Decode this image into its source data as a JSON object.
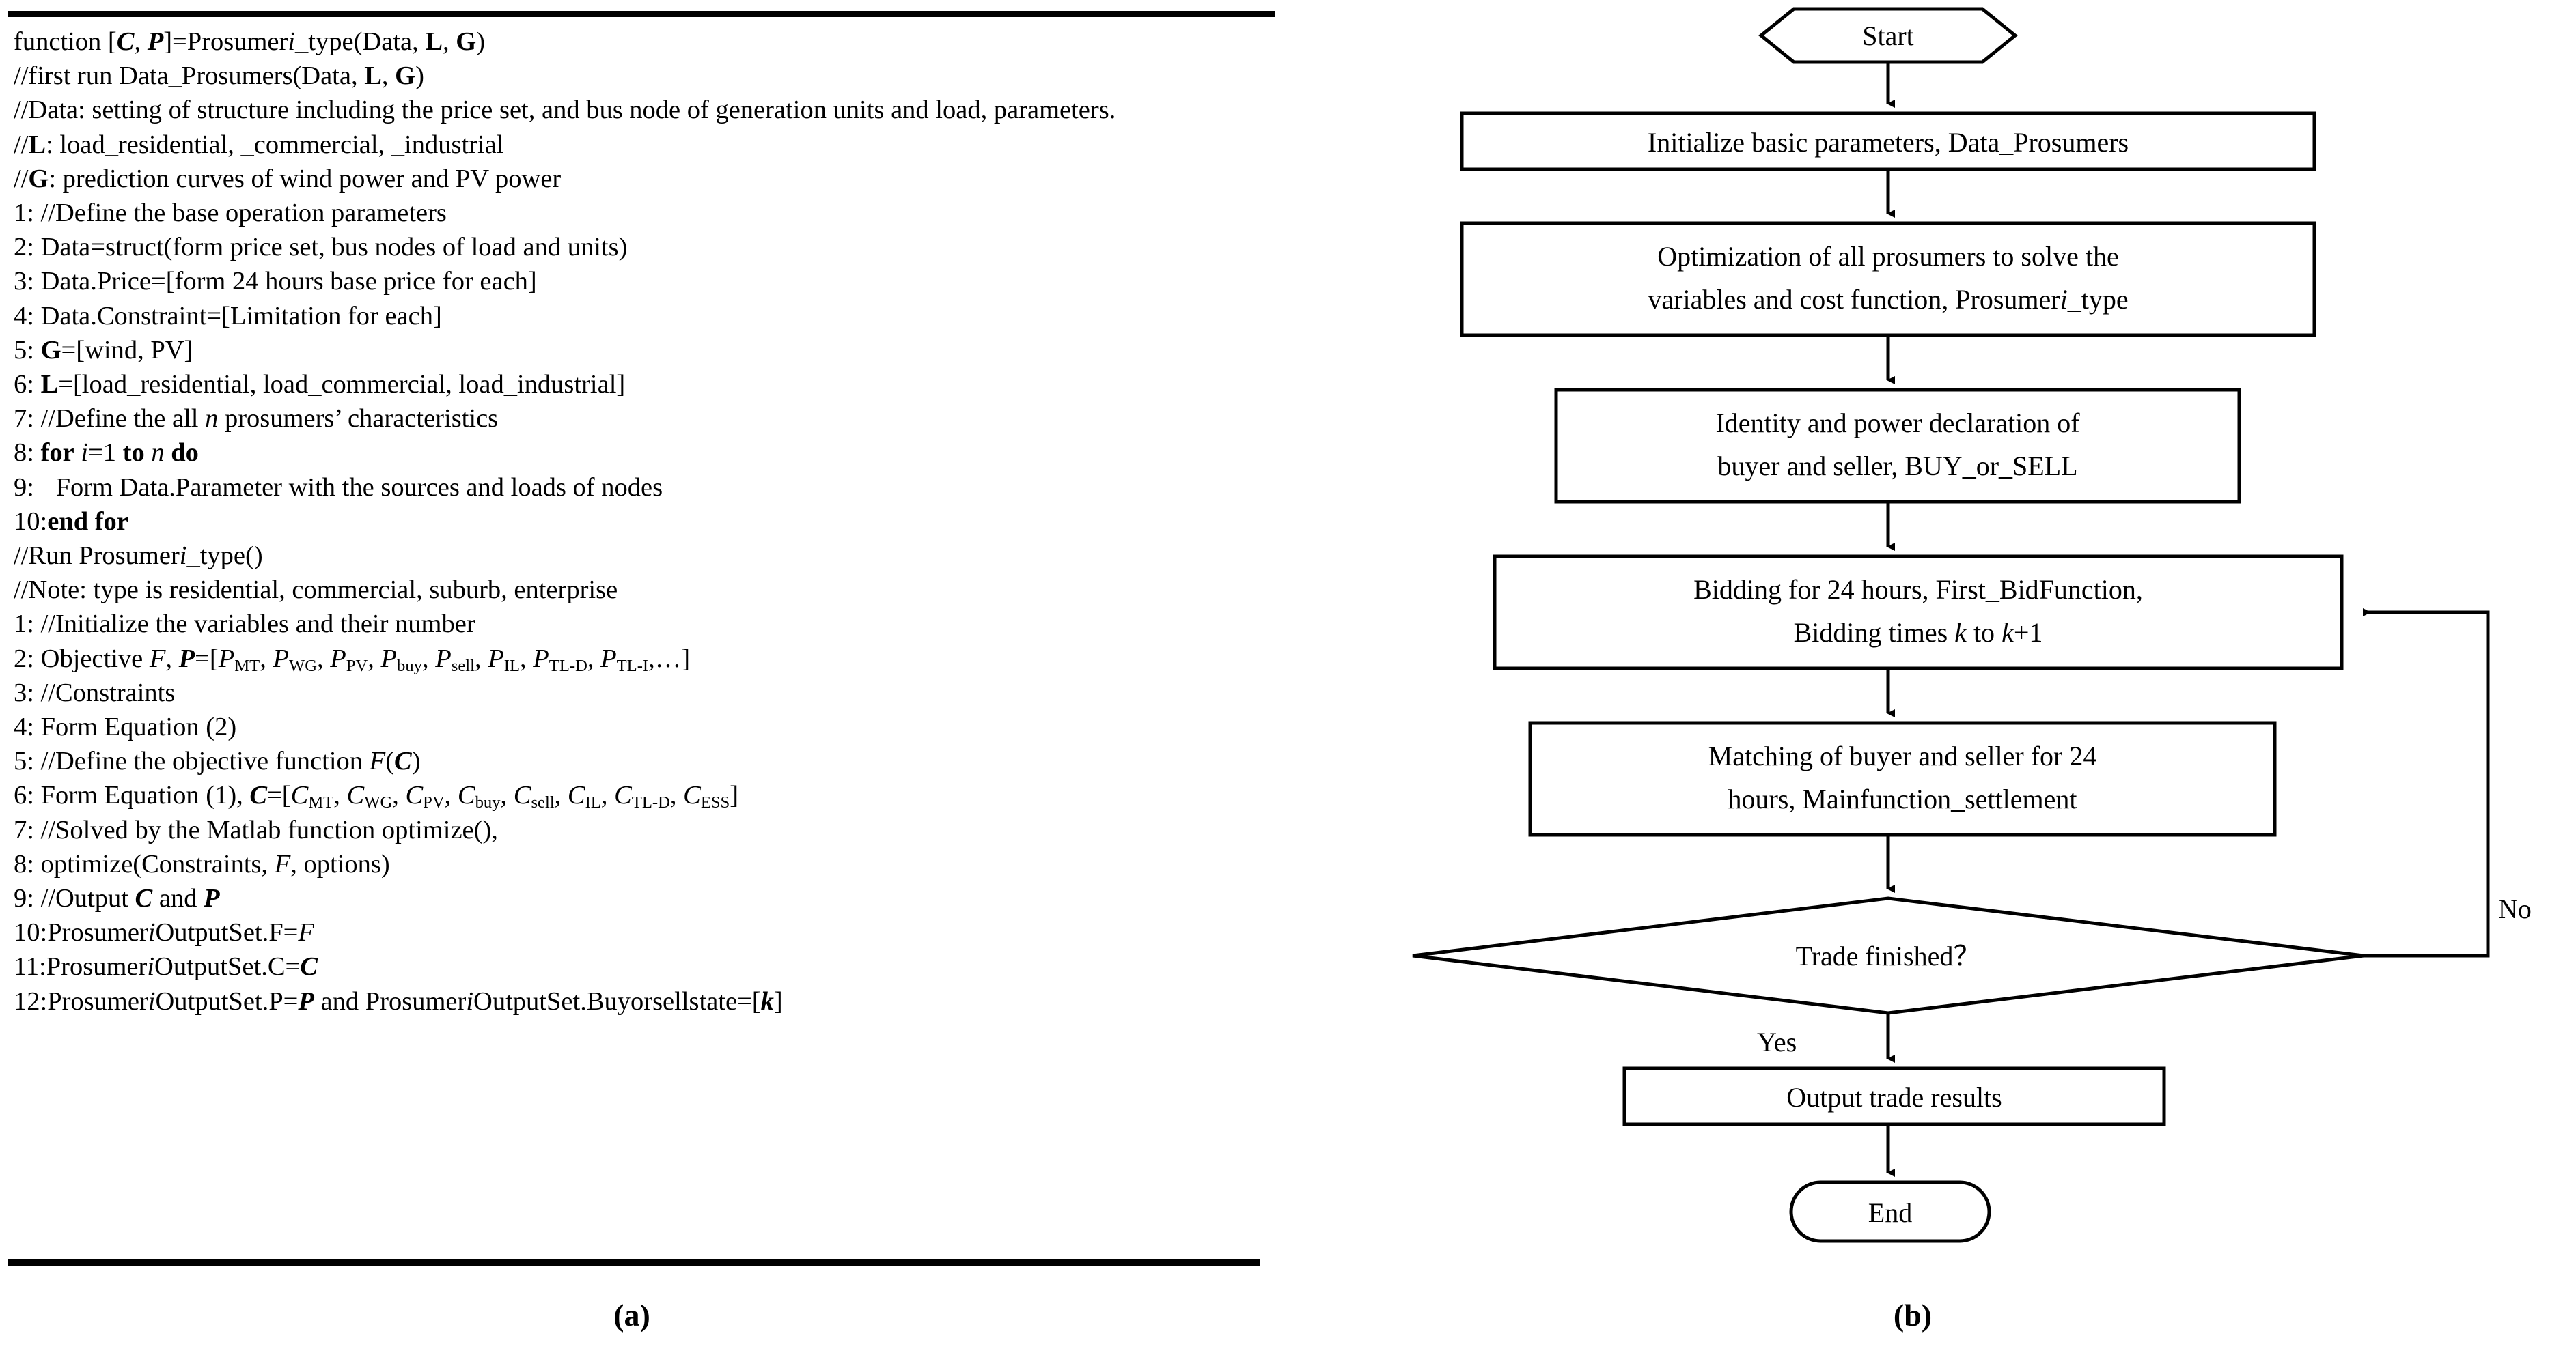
{
  "panel_a": {
    "caption": "(a)",
    "lines": [
      {
        "id": "l01",
        "num": "",
        "text": "function [C, P]=Prosumeri_type(Data, L, G)"
      },
      {
        "id": "l02",
        "num": "",
        "text": "//first run Data_Prosumers(Data, L, G)"
      },
      {
        "id": "l03",
        "num": "",
        "text": "//Data: setting of structure including the price set, and bus node of generation units and load, parameters."
      },
      {
        "id": "l04",
        "num": "",
        "text": "//L: load_residential, _commercial, _industrial"
      },
      {
        "id": "l05",
        "num": "",
        "text": "//G: prediction curves of wind power and PV power"
      },
      {
        "id": "l06",
        "num": "1:",
        "text": "//Define the base operation parameters"
      },
      {
        "id": "l07",
        "num": "2:",
        "text": "Data=struct(form price set, bus nodes of load and units)"
      },
      {
        "id": "l08",
        "num": "3:",
        "text": "Data.Price=[form 24 hours base price for each]"
      },
      {
        "id": "l09",
        "num": "4:",
        "text": "Data.Constraint=[Limitation for each]"
      },
      {
        "id": "l10",
        "num": "5:",
        "text": "G=[wind, PV]"
      },
      {
        "id": "l11",
        "num": "6:",
        "text": "L=[load_residential, load_commercial, load_industrial]"
      },
      {
        "id": "l12",
        "num": "7:",
        "text": "//Define the all n prosumers’ characteristics"
      },
      {
        "id": "l13",
        "num": "8:",
        "text": "for i=1 to n do"
      },
      {
        "id": "l14",
        "num": "9:",
        "text": "Form Data.Parameter with the sources and loads of nodes"
      },
      {
        "id": "l15",
        "num": "10:",
        "text": "end for"
      },
      {
        "id": "l16",
        "num": "",
        "text": "//Run Prosumeri_type()"
      },
      {
        "id": "l17",
        "num": "",
        "text": "//Note: type is residential, commercial, suburb, enterprise"
      },
      {
        "id": "l18",
        "num": "1:",
        "text": "//Initialize the variables and their number"
      },
      {
        "id": "l19",
        "num": "2:",
        "text": "Objective F, P=[PMT, PWG, PPV, Pbuy, Psell, PIL, PTL-D, PTL-I,...]"
      },
      {
        "id": "l20",
        "num": "3:",
        "text": "//Constraints"
      },
      {
        "id": "l21",
        "num": "4:",
        "text": "Form Equation (2)"
      },
      {
        "id": "l22",
        "num": "5:",
        "text": "//Define the objective function F(C)"
      },
      {
        "id": "l23",
        "num": "6:",
        "text": "Form Equation (1), C=[CMT, CWG, CPV, Cbuy, Csell, CIL, CTL-D, CESS]"
      },
      {
        "id": "l24",
        "num": "7:",
        "text": "//Solved by the Matlab function optimize(),"
      },
      {
        "id": "l25",
        "num": "8:",
        "text": "optimize(Constraints, F, options)"
      },
      {
        "id": "l26",
        "num": "9:",
        "text": "//Output C and P"
      },
      {
        "id": "l27",
        "num": "10:",
        "text": "ProsumeriOutputSet.F=F"
      },
      {
        "id": "l28",
        "num": "11:",
        "text": "ProsumeriOutputSet.C=C"
      },
      {
        "id": "l29",
        "num": "12:",
        "text": "ProsumeriOutputSet.P=P and ProsumeriOutputSet.Buyorsellstate=[k]"
      }
    ],
    "tokens": {
      "function": "function",
      "C": "C",
      "P": "P",
      "L": "L",
      "G": "G",
      "F": "F",
      "n": "n",
      "i": "i",
      "k": "k",
      "prosumer_i_type": "Prosumer",
      "_type": "_type",
      "data_prosumers": "Data_Prosumers",
      "note_types": "residential, commercial, suburb, enterprise"
    }
  },
  "panel_b": {
    "caption": "(b)",
    "nodes": [
      {
        "id": "start",
        "shape": "hexagon",
        "label": "Start"
      },
      {
        "id": "init",
        "shape": "rect",
        "label": "Initialize basic parameters, Data_Prosumers"
      },
      {
        "id": "optimize",
        "shape": "rect",
        "line1": "Optimization of all prosumers to solve the",
        "line2a": "variables and cost function, Prosumer",
        "line2i": "i",
        "line2b": "_type"
      },
      {
        "id": "declare",
        "shape": "rect",
        "line1": "Identity and power declaration of",
        "line2": "buyer and seller, BUY_or_SELL"
      },
      {
        "id": "bidding",
        "shape": "rect",
        "line1": "Bidding for 24 hours, First_BidFunction,",
        "line2a": "Bidding times ",
        "line2i1": "k",
        "line2b": " to ",
        "line2i2": "k",
        "line2c": "+1"
      },
      {
        "id": "matching",
        "shape": "rect",
        "line1": "Matching of buyer and seller for 24",
        "line2": "hours, Mainfunction_settlement"
      },
      {
        "id": "decision",
        "shape": "diamond",
        "label": "Trade finished？"
      },
      {
        "id": "output",
        "shape": "rect",
        "label": "Output trade results"
      },
      {
        "id": "end",
        "shape": "stadium",
        "label": "End"
      }
    ],
    "edge_labels": {
      "yes": "Yes",
      "no": "No"
    },
    "colors": {
      "stroke": "#000000",
      "fill": "#ffffff",
      "text": "#000000"
    }
  }
}
